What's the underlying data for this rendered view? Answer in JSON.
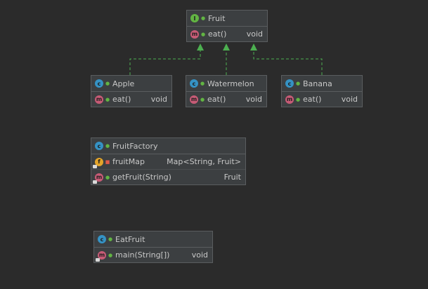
{
  "nodes": {
    "fruit": {
      "title": "Fruit",
      "kind": "interface",
      "icon": "I",
      "rows": [
        {
          "icon": "m",
          "name": "eat()",
          "type": "void"
        }
      ]
    },
    "apple": {
      "title": "Apple",
      "kind": "class",
      "icon": "c",
      "rows": [
        {
          "icon": "m",
          "name": "eat()",
          "type": "void"
        }
      ]
    },
    "watermelon": {
      "title": "Watermelon",
      "kind": "class",
      "icon": "c",
      "rows": [
        {
          "icon": "m",
          "name": "eat()",
          "type": "void"
        }
      ]
    },
    "banana": {
      "title": "Banana",
      "kind": "class",
      "icon": "c",
      "rows": [
        {
          "icon": "m",
          "name": "eat()",
          "type": "void"
        }
      ]
    },
    "fruitfactory": {
      "title": "FruitFactory",
      "kind": "class",
      "icon": "c",
      "rows": [
        {
          "icon": "f",
          "name": "fruitMap",
          "type": "Map<String, Fruit>"
        },
        {
          "icon": "m",
          "name": "getFruit(String)",
          "type": "Fruit"
        }
      ]
    },
    "eatfruit": {
      "title": "EatFruit",
      "kind": "class",
      "icon": "c",
      "rows": [
        {
          "icon": "m",
          "name": "main(String[])",
          "type": "void"
        }
      ]
    }
  },
  "colors": {
    "background": "#2b2b2b",
    "node_bg": "#3c3f41",
    "edge": "#4caf50",
    "interface_icon": "#62b543",
    "class_icon": "#3592c4",
    "method_icon": "#c75b76",
    "field_icon": "#e3a42a"
  },
  "edges": [
    {
      "from": "apple",
      "to": "fruit",
      "style": "dashed",
      "arrow": "hollow-triangle"
    },
    {
      "from": "watermelon",
      "to": "fruit",
      "style": "dashed",
      "arrow": "hollow-triangle"
    },
    {
      "from": "banana",
      "to": "fruit",
      "style": "dashed",
      "arrow": "hollow-triangle"
    }
  ]
}
